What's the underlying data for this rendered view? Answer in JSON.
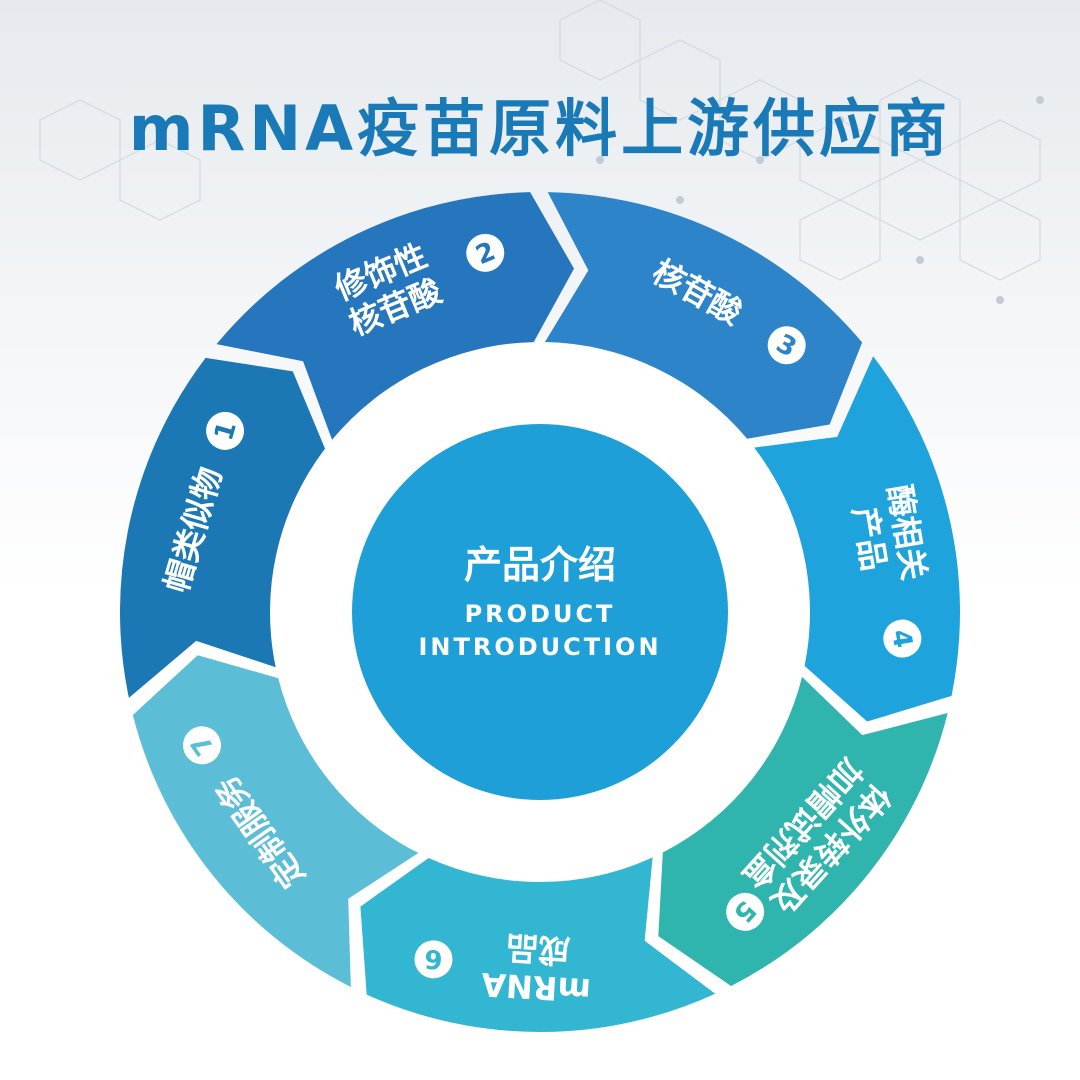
{
  "title": "mRNA疫苗原料上游供应商",
  "colors": {
    "title": "#1a7ab8",
    "white": "#ffffff",
    "ring_inner_fill": "#ffffff",
    "center": "#1f9fd8"
  },
  "center": {
    "title": "产品介绍",
    "subtitle_line1": "PRODUCT",
    "subtitle_line2": "INTRODUCTION"
  },
  "segments": [
    {
      "number": "1",
      "lines": [
        "帽类似物"
      ],
      "color": "#1c78b4"
    },
    {
      "number": "2",
      "lines": [
        "修饰性",
        "核苷酸"
      ],
      "color": "#2676be"
    },
    {
      "number": "3",
      "lines": [
        "核苷酸"
      ],
      "color": "#2d84c8"
    },
    {
      "number": "4",
      "lines": [
        "酶相关",
        "产品"
      ],
      "color": "#1fa3dc"
    },
    {
      "number": "5",
      "lines": [
        "体外转录及",
        "加帽试剂盒"
      ],
      "color": "#2fb4ae"
    },
    {
      "number": "6",
      "lines": [
        "mRNA",
        "成品"
      ],
      "color": "#33b6d2"
    },
    {
      "number": "7",
      "lines": [
        "定制服务"
      ],
      "color": "#5cbdd7"
    }
  ]
}
